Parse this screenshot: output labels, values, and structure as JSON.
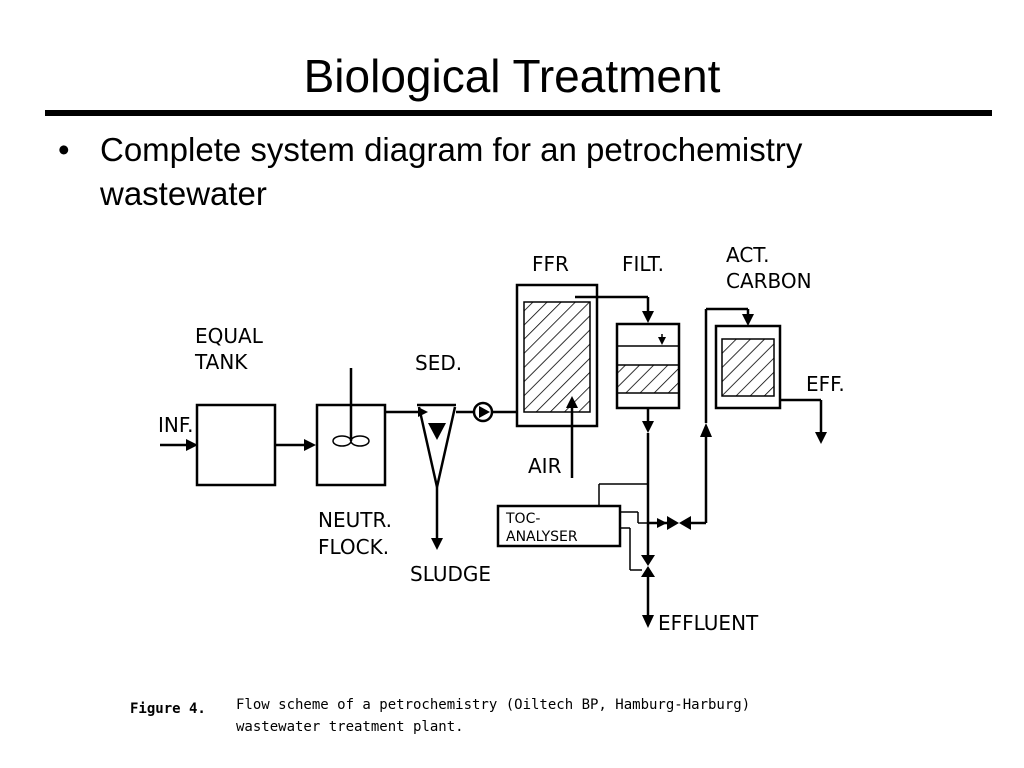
{
  "slide": {
    "title": "Biological Treatment",
    "bullet": "Complete system diagram for an petrochemistry wastewater",
    "bullet_symbol": "•"
  },
  "diagram": {
    "labels": {
      "equal_tank": "EQUAL TANK",
      "inf": "INF.",
      "sed": "SED.",
      "neutr_flock": "NEUTR. FLOCK.",
      "sludge": "SLUDGE",
      "ffr": "FFR",
      "air": "AIR",
      "filt": "FILT.",
      "act_carbon": "ACT. CARBON",
      "eff": "EFF.",
      "toc_analyser": "TOC-ANALYSER",
      "effluent": "EFFLUENT"
    },
    "label_lines": {
      "equal_1": "EQUAL",
      "equal_2": "TANK",
      "neutr_1": "NEUTR.",
      "neutr_2": "FLOCK.",
      "act_1": "ACT.",
      "act_2": "CARBON",
      "toc_1": "TOC-",
      "toc_2": "ANALYSER"
    },
    "caption": {
      "label": "Figure 4.",
      "line1": "Flow scheme of a petrochemistry (Oiltech BP, Hamburg-Harburg)",
      "line2": "wastewater treatment plant."
    }
  },
  "colors": {
    "background": "#ffffff",
    "ink": "#000000"
  }
}
